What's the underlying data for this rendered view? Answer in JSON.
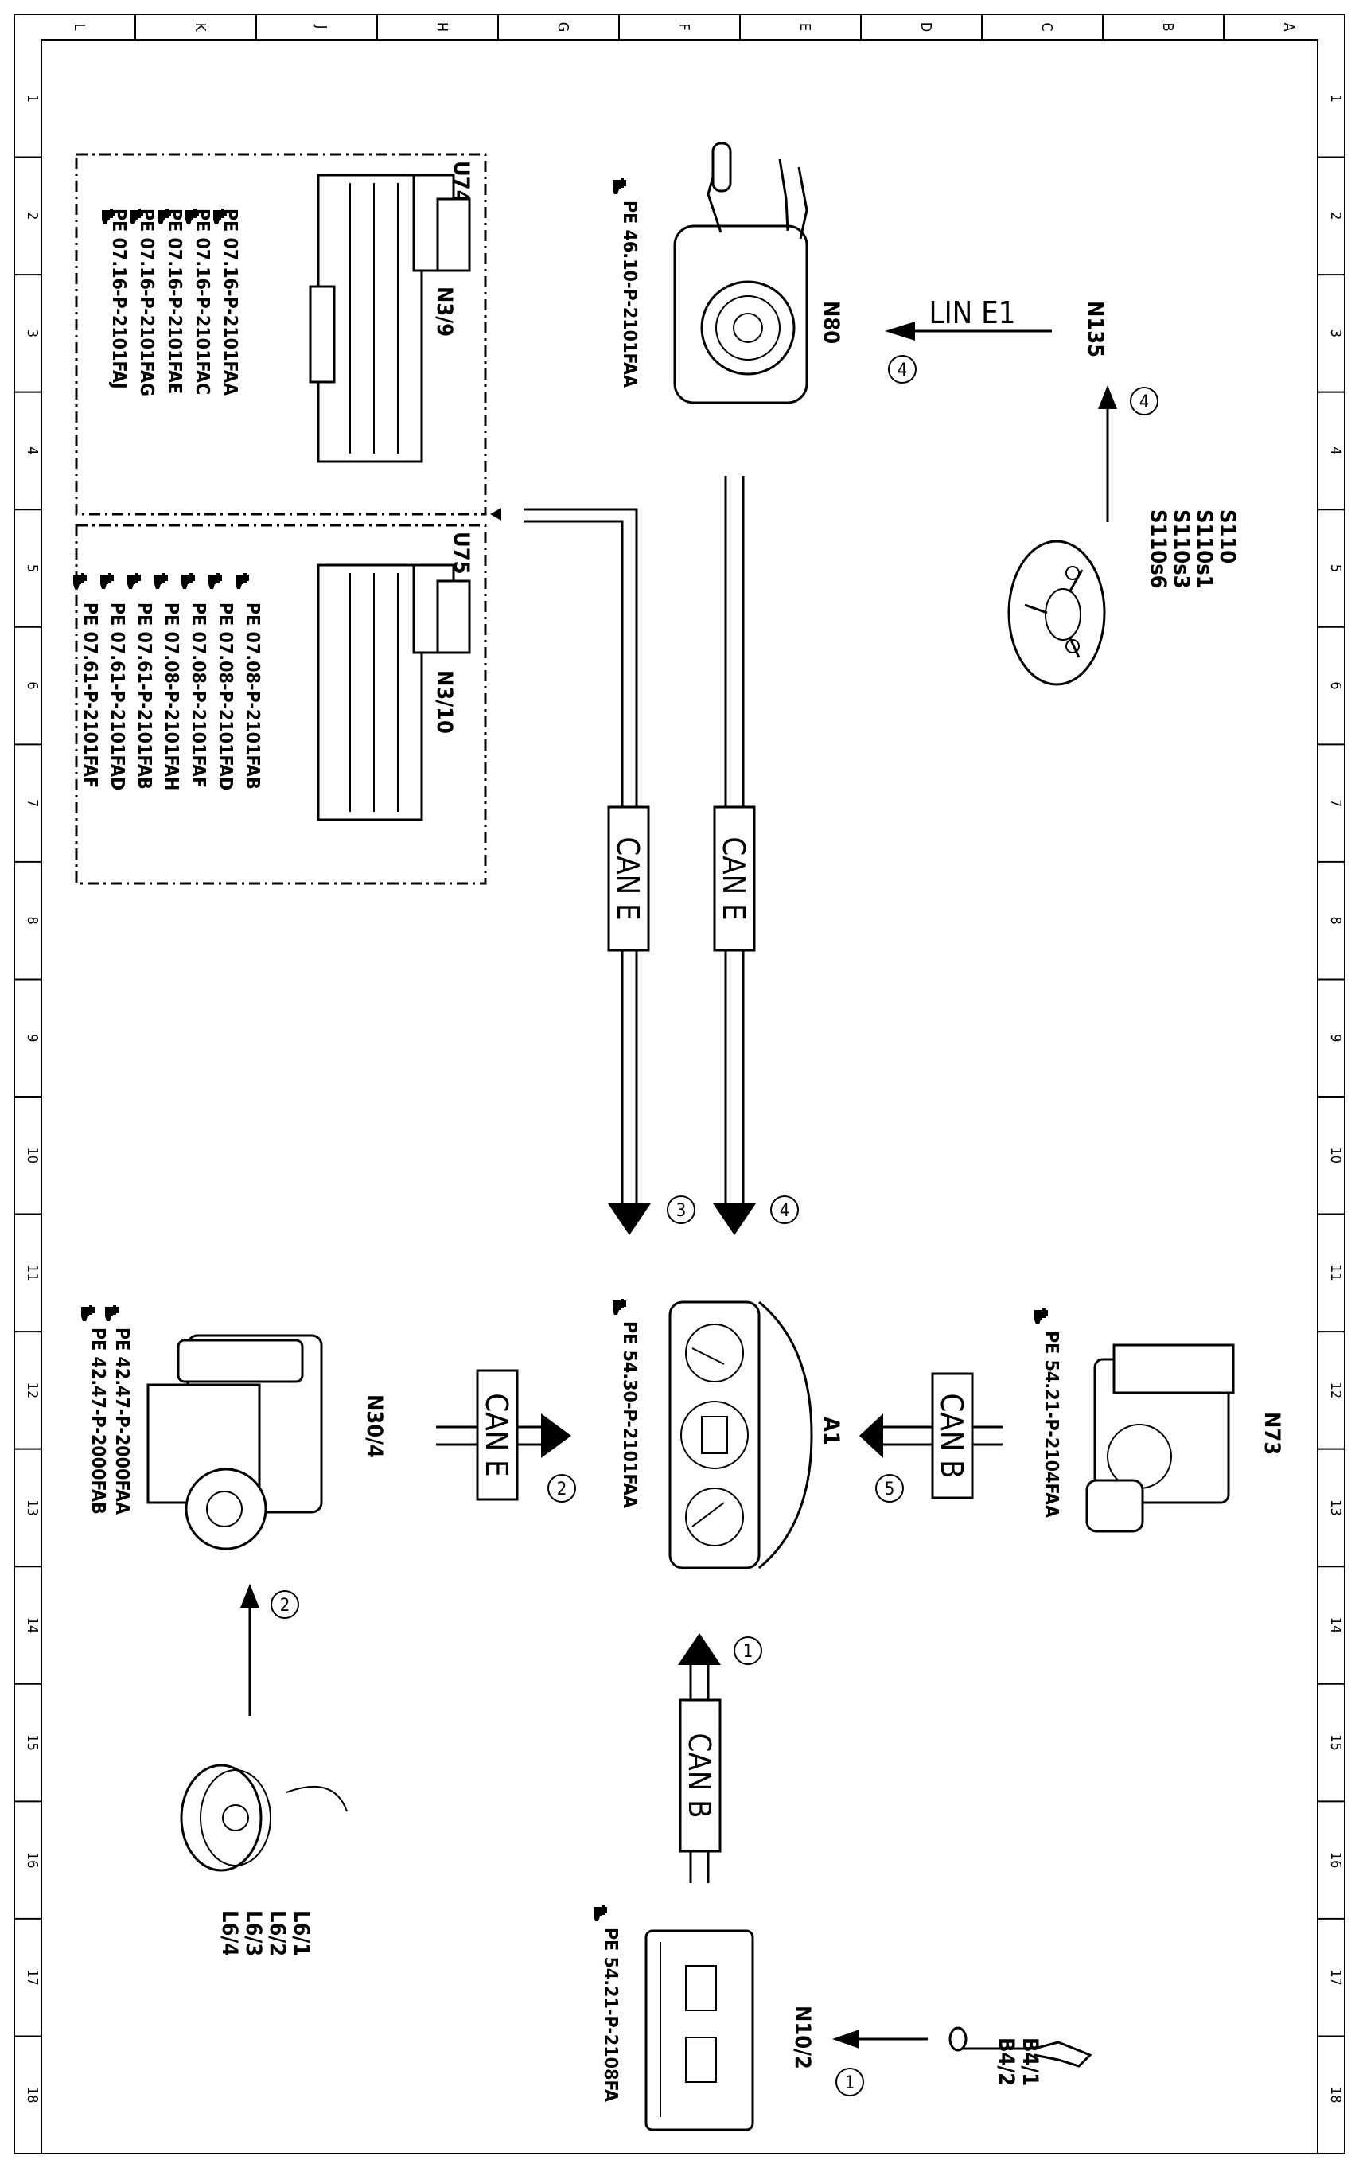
{
  "grid": {
    "letters": [
      "A",
      "B",
      "C",
      "D",
      "E",
      "F",
      "G",
      "H",
      "J",
      "K",
      "L"
    ],
    "numbers": [
      "1",
      "2",
      "3",
      "4",
      "5",
      "6",
      "7",
      "8",
      "9",
      "10",
      "11",
      "12",
      "13",
      "14",
      "15",
      "16",
      "17",
      "18"
    ]
  },
  "components": {
    "n80": {
      "id": "N80",
      "ref": "PE 46.10-P-2101FAA"
    },
    "n135": {
      "id": "N135",
      "bus_out": "LIN E1"
    },
    "s110": {
      "ids": [
        "S110",
        "S110s1",
        "S110s3",
        "S110s6"
      ]
    },
    "u74": {
      "id": "U74",
      "module": "N3/9",
      "refs": [
        "PE 07.16-P-2101FAA",
        "PE 07.16-P-2101FAC",
        "PE 07.16-P-2101FAE",
        "PE 07.16-P-2101FAG",
        "PE 07.16-P-2101FAJ"
      ]
    },
    "u75": {
      "id": "U75",
      "module": "N3/10",
      "refs": [
        "PE 07.08-P-2101FAB",
        "PE 07.08-P-2101FAD",
        "PE 07.08-P-2101FAF",
        "PE 07.08-P-2101FAH",
        "PE 07.61-P-2101FAB",
        "PE 07.61-P-2101FAD",
        "PE 07.61-P-2101FAF"
      ]
    },
    "a1": {
      "id": "A1",
      "ref": "PE 54.30-P-2101FAA"
    },
    "n73": {
      "id": "N73",
      "ref": "PE 54.21-P-2104FAA"
    },
    "n30_4": {
      "id": "N30/4",
      "refs": [
        "PE 42.47-P-2000FAA",
        "PE 42.47-P-2000FAB"
      ]
    },
    "l6": {
      "ids": [
        "L6/1",
        "L6/2",
        "L6/3",
        "L6/4"
      ]
    },
    "n10_2": {
      "id": "N10/2",
      "ref": "PE 54.21-P-2108FA"
    },
    "b4": {
      "ids": [
        "B4/1",
        "B4/2"
      ]
    }
  },
  "buses": {
    "can_e": "CAN E",
    "can_b": "CAN B",
    "lin_e1": "LIN E1"
  },
  "signals": {
    "n1": "1",
    "n2": "2",
    "n3": "3",
    "n4": "4",
    "n5": "5"
  },
  "icons": [
    "reference-hand-icon"
  ]
}
